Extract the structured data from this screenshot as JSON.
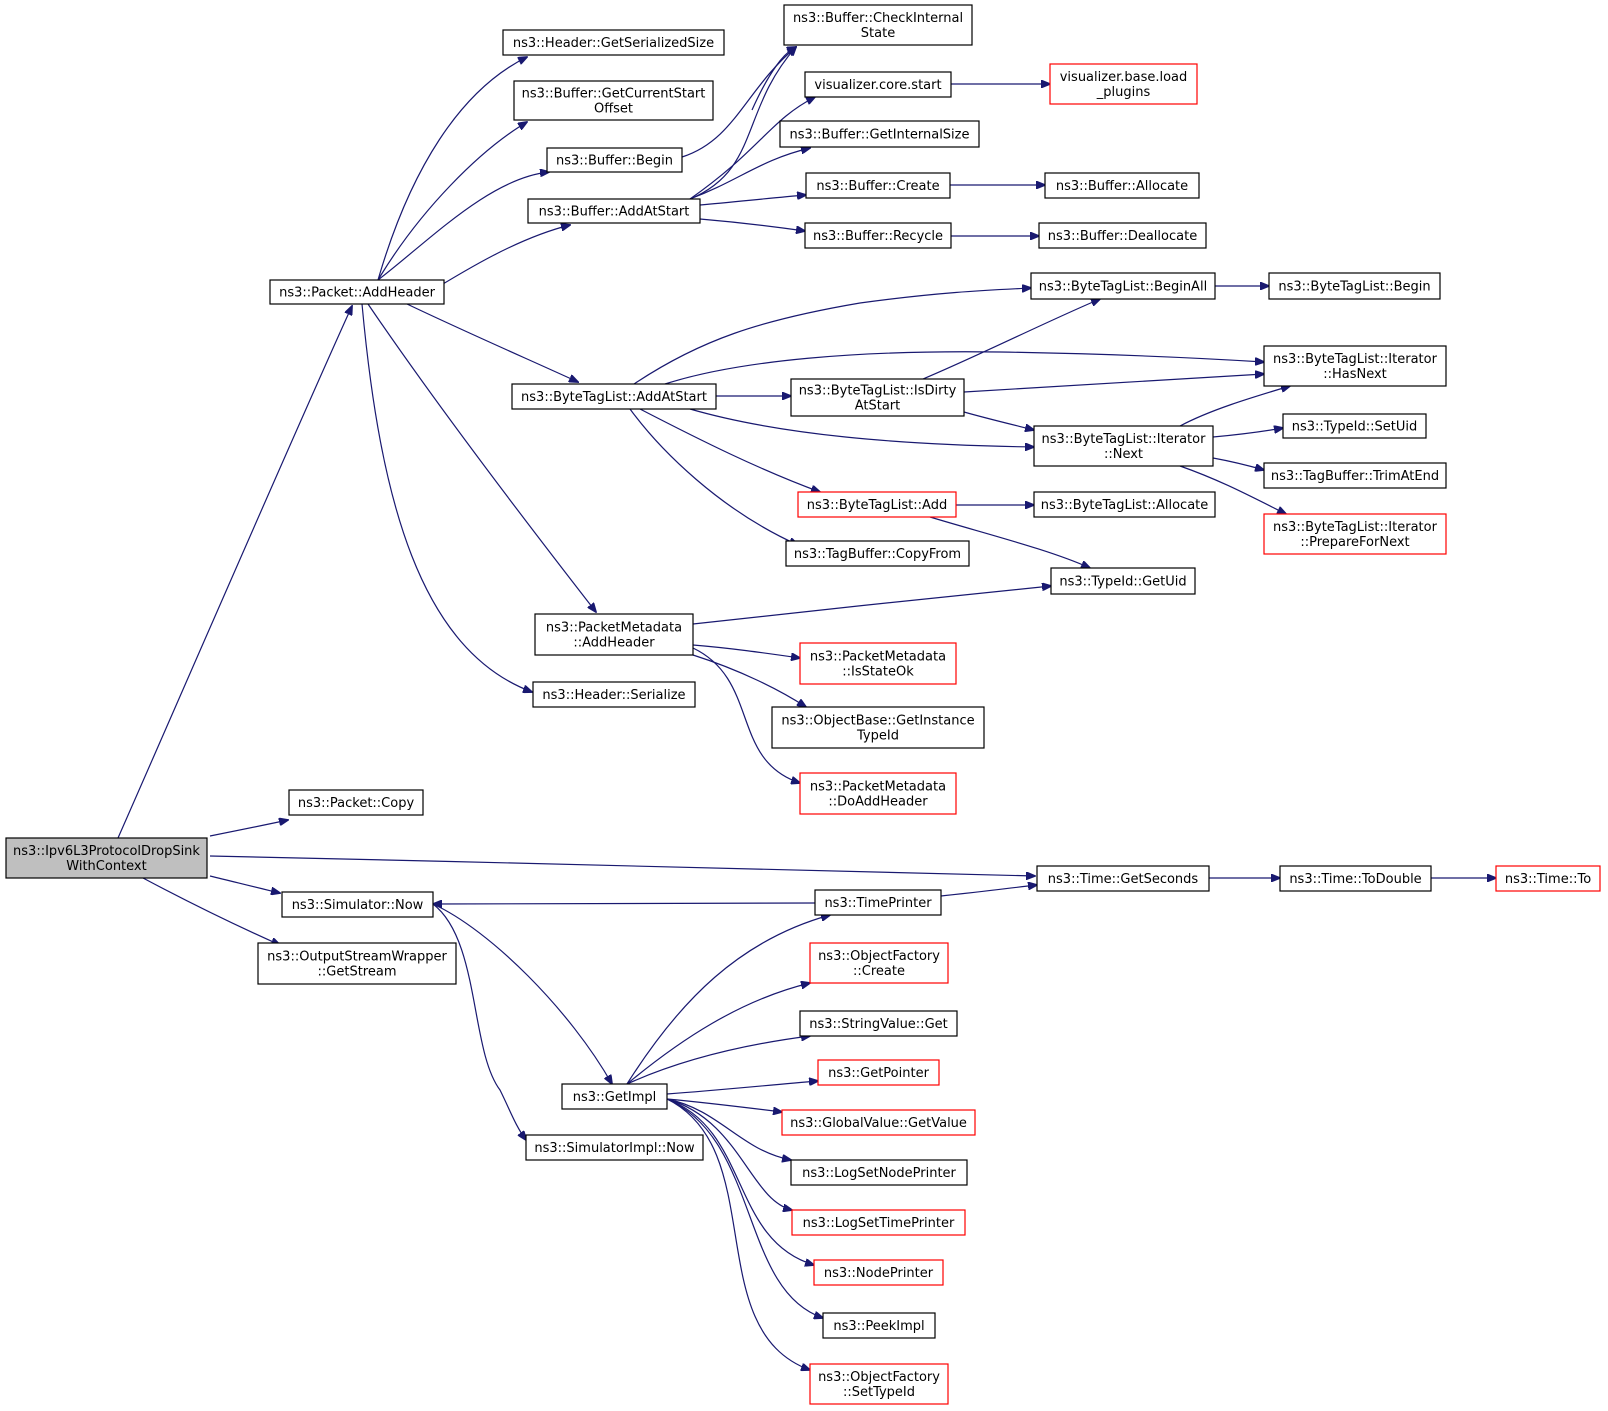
{
  "colors": {
    "edge": "#191970",
    "node_border_default": "#000000",
    "node_border_truncated": "#ff0000",
    "node_fill_root": "#bfbfbf",
    "node_fill_default": "#ffffff"
  },
  "nodes": [
    {
      "id": "root",
      "lines": [
        "ns3::Ipv6L3ProtocolDropSink",
        "WithContext"
      ],
      "style": "root"
    },
    {
      "id": "pkt_addheader",
      "lines": [
        "ns3::Packet::AddHeader"
      ],
      "style": "default"
    },
    {
      "id": "hdr_getser",
      "lines": [
        "ns3::Header::GetSerializedSize"
      ],
      "style": "default"
    },
    {
      "id": "buf_getcso",
      "lines": [
        "ns3::Buffer::GetCurrentStart",
        "Offset"
      ],
      "style": "default"
    },
    {
      "id": "buf_begin",
      "lines": [
        "ns3::Buffer::Begin"
      ],
      "style": "default"
    },
    {
      "id": "buf_addatstart",
      "lines": [
        "ns3::Buffer::AddAtStart"
      ],
      "style": "default"
    },
    {
      "id": "buf_checkint",
      "lines": [
        "ns3::Buffer::CheckInternal",
        "State"
      ],
      "style": "default"
    },
    {
      "id": "viz_start",
      "lines": [
        "visualizer.core.start"
      ],
      "style": "default"
    },
    {
      "id": "viz_load",
      "lines": [
        "visualizer.base.load",
        "_plugins"
      ],
      "style": "truncated"
    },
    {
      "id": "buf_getintsize",
      "lines": [
        "ns3::Buffer::GetInternalSize"
      ],
      "style": "default"
    },
    {
      "id": "buf_create",
      "lines": [
        "ns3::Buffer::Create"
      ],
      "style": "default"
    },
    {
      "id": "buf_allocate",
      "lines": [
        "ns3::Buffer::Allocate"
      ],
      "style": "default"
    },
    {
      "id": "buf_recycle",
      "lines": [
        "ns3::Buffer::Recycle"
      ],
      "style": "default"
    },
    {
      "id": "buf_dealloc",
      "lines": [
        "ns3::Buffer::Deallocate"
      ],
      "style": "default"
    },
    {
      "id": "btl_addatstart",
      "lines": [
        "ns3::ByteTagList::AddAtStart"
      ],
      "style": "default"
    },
    {
      "id": "btl_beginall",
      "lines": [
        "ns3::ByteTagList::BeginAll"
      ],
      "style": "default"
    },
    {
      "id": "btl_begin",
      "lines": [
        "ns3::ByteTagList::Begin"
      ],
      "style": "default"
    },
    {
      "id": "btl_isdirty",
      "lines": [
        "ns3::ByteTagList::IsDirty",
        "AtStart"
      ],
      "style": "default"
    },
    {
      "id": "btl_it_hasnext",
      "lines": [
        "ns3::ByteTagList::Iterator",
        "::HasNext"
      ],
      "style": "default"
    },
    {
      "id": "btl_it_next",
      "lines": [
        "ns3::ByteTagList::Iterator",
        "::Next"
      ],
      "style": "default"
    },
    {
      "id": "typeid_setuid",
      "lines": [
        "ns3::TypeId::SetUid"
      ],
      "style": "default"
    },
    {
      "id": "tagbuf_trim",
      "lines": [
        "ns3::TagBuffer::TrimAtEnd"
      ],
      "style": "default"
    },
    {
      "id": "btl_it_prep",
      "lines": [
        "ns3::ByteTagList::Iterator",
        "::PrepareForNext"
      ],
      "style": "truncated"
    },
    {
      "id": "btl_add",
      "lines": [
        "ns3::ByteTagList::Add"
      ],
      "style": "truncated"
    },
    {
      "id": "btl_allocate",
      "lines": [
        "ns3::ByteTagList::Allocate"
      ],
      "style": "default"
    },
    {
      "id": "tagbuf_copyfrom",
      "lines": [
        "ns3::TagBuffer::CopyFrom"
      ],
      "style": "default"
    },
    {
      "id": "typeid_getuid",
      "lines": [
        "ns3::TypeId::GetUid"
      ],
      "style": "default"
    },
    {
      "id": "pm_addheader",
      "lines": [
        "ns3::PacketMetadata",
        "::AddHeader"
      ],
      "style": "default"
    },
    {
      "id": "pm_isstateok",
      "lines": [
        "ns3::PacketMetadata",
        "::IsStateOk"
      ],
      "style": "truncated"
    },
    {
      "id": "ob_getinst",
      "lines": [
        "ns3::ObjectBase::GetInstance",
        "TypeId"
      ],
      "style": "default"
    },
    {
      "id": "pm_doaddheader",
      "lines": [
        "ns3::PacketMetadata",
        "::DoAddHeader"
      ],
      "style": "truncated"
    },
    {
      "id": "hdr_serialize",
      "lines": [
        "ns3::Header::Serialize"
      ],
      "style": "default"
    },
    {
      "id": "pkt_copy",
      "lines": [
        "ns3::Packet::Copy"
      ],
      "style": "default"
    },
    {
      "id": "time_getseconds",
      "lines": [
        "ns3::Time::GetSeconds"
      ],
      "style": "default"
    },
    {
      "id": "time_todouble",
      "lines": [
        "ns3::Time::ToDouble"
      ],
      "style": "default"
    },
    {
      "id": "time_to",
      "lines": [
        "ns3::Time::To"
      ],
      "style": "truncated"
    },
    {
      "id": "sim_now",
      "lines": [
        "ns3::Simulator::Now"
      ],
      "style": "default"
    },
    {
      "id": "timeprinter",
      "lines": [
        "ns3::TimePrinter"
      ],
      "style": "default"
    },
    {
      "id": "osw_getstream",
      "lines": [
        "ns3::OutputStreamWrapper",
        "::GetStream"
      ],
      "style": "default"
    },
    {
      "id": "of_create",
      "lines": [
        "ns3::ObjectFactory",
        "::Create"
      ],
      "style": "truncated"
    },
    {
      "id": "sv_get",
      "lines": [
        "ns3::StringValue::Get"
      ],
      "style": "default"
    },
    {
      "id": "getpointer",
      "lines": [
        "ns3::GetPointer"
      ],
      "style": "truncated"
    },
    {
      "id": "getimpl",
      "lines": [
        "ns3::GetImpl"
      ],
      "style": "default"
    },
    {
      "id": "gv_getvalue",
      "lines": [
        "ns3::GlobalValue::GetValue"
      ],
      "style": "truncated"
    },
    {
      "id": "simimpl_now",
      "lines": [
        "ns3::SimulatorImpl::Now"
      ],
      "style": "default"
    },
    {
      "id": "logsetnode",
      "lines": [
        "ns3::LogSetNodePrinter"
      ],
      "style": "default"
    },
    {
      "id": "logsettime",
      "lines": [
        "ns3::LogSetTimePrinter"
      ],
      "style": "truncated"
    },
    {
      "id": "nodeprinter",
      "lines": [
        "ns3::NodePrinter"
      ],
      "style": "truncated"
    },
    {
      "id": "peekimpl",
      "lines": [
        "ns3::PeekImpl"
      ],
      "style": "default"
    },
    {
      "id": "of_settypeid",
      "lines": [
        "ns3::ObjectFactory",
        "::SetTypeId"
      ],
      "style": "truncated"
    }
  ]
}
